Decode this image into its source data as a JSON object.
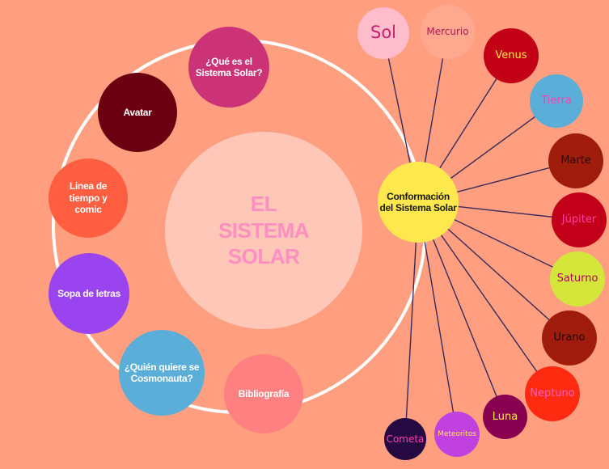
{
  "center": {
    "title": "EL SISTEMA SOLAR"
  },
  "ring_nodes": {
    "que_es": "¿Qué es el Sistema Solar?",
    "avatar": "Avatar",
    "linea_tiempo": "Linea de tiempo y comic",
    "sopa_letras": "Sopa de letras",
    "quien_quiere": "¿Quién quiere se Cosmonauta?",
    "bibliografia": "Bibliografía",
    "conformacion": "Conformación del Sistema Solar"
  },
  "planets": {
    "sol": "Sol",
    "mercurio": "Mercurio",
    "venus": "Venus",
    "tierra": "Tierra",
    "marte": "Marte",
    "jupiter": "Júpiter",
    "saturno": "Saturno",
    "urano": "Urano",
    "neptuno": "Neptuno",
    "luna": "Luna",
    "meteoritos": "Meteoritos",
    "cometa": "Cometa"
  },
  "colors": {
    "background": "#ff9f80",
    "ring": "#ffffff",
    "connector": "#3a2a5a",
    "center": "#ffc7b8",
    "hub": "#ffe84d"
  }
}
